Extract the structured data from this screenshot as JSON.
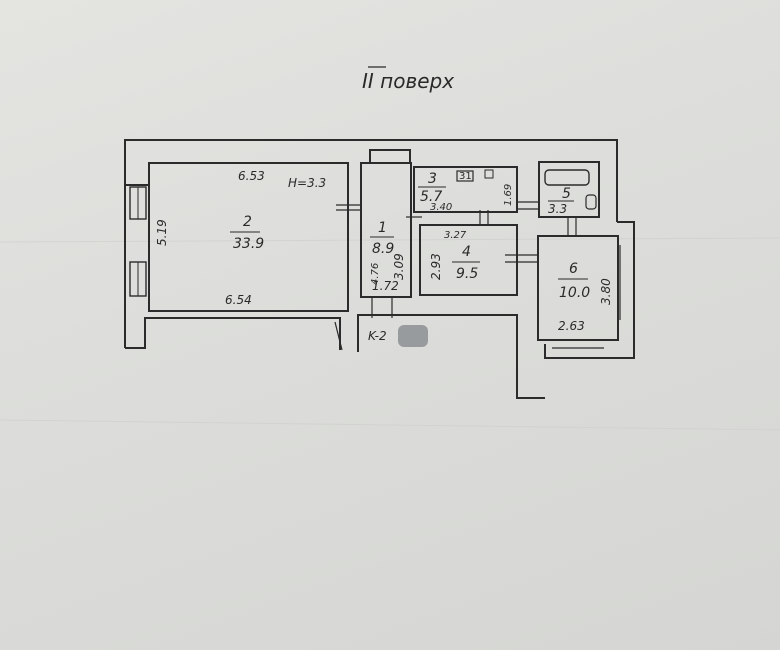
{
  "title": "II поверх",
  "labels": {
    "room2_top": "6.53",
    "room2_height": "H=3.3",
    "room2_left": "5.19",
    "room2_number": "2",
    "room2_area": "33.9",
    "room2_bottom": "6.54",
    "room1_number": "1",
    "room1_area": "8.9",
    "room1_width_a": "4.76",
    "room1_width_b": "3.09",
    "room1_bottom": "1.72",
    "room3_number": "3",
    "room3_area": "5.7",
    "room3_dim": "3.40",
    "room3_side": "1.69",
    "room3_icon": "31",
    "room4_top": "3.27",
    "room4_number": "4",
    "room4_area": "9.5",
    "room4_left": "2.93",
    "room5_number": "5",
    "room5_area": "3.3",
    "room6_number": "6",
    "room6_area": "10.0",
    "room6_right": "3.80",
    "room6_bottom": "2.63",
    "entrance": "K-2"
  }
}
